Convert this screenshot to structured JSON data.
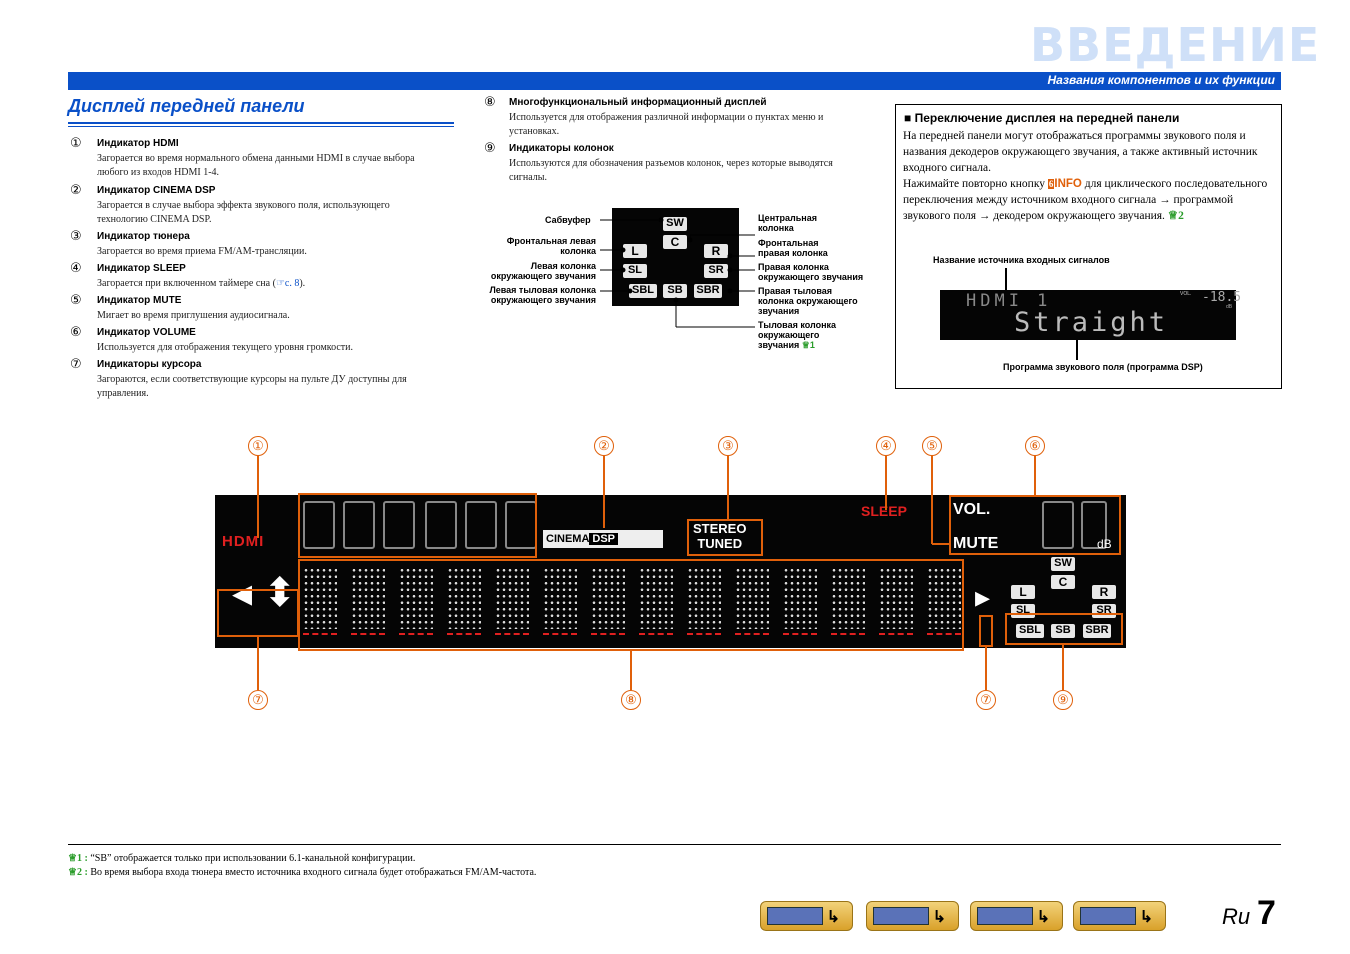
{
  "header": {
    "title": "ВВЕДЕНИЕ",
    "subtitle": "Названия компонентов и их функции"
  },
  "section": {
    "title": "Дисплей передней панели"
  },
  "items": [
    {
      "num": "①",
      "title": "Индикатор HDMI",
      "desc": "Загорается во время нормального обмена данными HDMI в случае выбора любого из входов HDMI 1-4."
    },
    {
      "num": "②",
      "title": "Индикатор CINEMA DSP",
      "desc": "Загорается в случае выбора эффекта звукового поля, использующего технологию CINEMA DSP."
    },
    {
      "num": "③",
      "title": "Индикатор тюнера",
      "desc": "Загорается во время приема FM/AM-трансляции."
    },
    {
      "num": "④",
      "title": "Индикатор SLEEP",
      "desc_pre": "Загорается при включенном таймере сна (",
      "desc_link": "☞с. 8",
      "desc_post": ")."
    },
    {
      "num": "⑤",
      "title": "Индикатор MUTE",
      "desc": "Мигает во время приглушения аудиосигнала."
    },
    {
      "num": "⑥",
      "title": "Индикатор VOLUME",
      "desc": "Используется для отображения текущего уровня громкости."
    },
    {
      "num": "⑦",
      "title": "Индикаторы курсора",
      "desc": "Загораются, если соответствующие курсоры на пульте ДУ доступны для управления."
    },
    {
      "num": "⑧",
      "title": "Многофункциональный информационный дисплей",
      "desc": "Используется для отображения различной информации о пунктах меню и установках."
    },
    {
      "num": "⑨",
      "title": "Индикаторы колонок",
      "desc": "Используются для обозначения разъемов колонок, через которые выводятся сигналы."
    }
  ],
  "speakers": {
    "left_labels": [
      "Сабвуфер",
      "Фронтальная левая колонка",
      "Левая колонка окружающего звучания",
      "Левая тыловая колонка окружающего звучания"
    ],
    "right_labels": [
      "Центральная колонка",
      "Фронтальная правая колонка",
      "Правая колонка окружающего звучания",
      "Правая тыловая колонка окружающего звучания",
      "Тыловая колонка окружающего звучания"
    ],
    "note_ref": "1",
    "icons": [
      "SW",
      "C",
      "L",
      "R",
      "SL",
      "SR",
      "SBL",
      "SB",
      "SBR"
    ]
  },
  "box": {
    "title": "Переключение дисплея на передней панели",
    "p1": "На передней панели могут отображаться программы звукового поля и названия декодеров окружающего звучания, а также активный источник входного сигнала.",
    "p2_pre": "Нажимайте повторно кнопку ",
    "p2_key_num": "6",
    "p2_key": "INFO",
    "p2_post": " для циклического последовательного переключения между источником входного сигнала → программой звукового поля → декодером окружающего звучания.",
    "p2_ref": "2",
    "label_top": "Название источника входных сигналов",
    "label_bottom": "Программа звукового поля (программа DSP)",
    "lcd_source": "HDMI 1",
    "lcd_program": "Straight",
    "lcd_vol_label": "VOL.",
    "lcd_vol": "-18.5",
    "lcd_db": "dB"
  },
  "panel": {
    "hdmi": "HDMI",
    "cinema": "CINEMA",
    "dsp": "DSP",
    "stereo": "STEREO",
    "tuned": "TUNED",
    "sleep": "SLEEP",
    "vol": "VOL.",
    "mute": "MUTE",
    "db": "dB",
    "callouts_top": [
      "①",
      "②",
      "③",
      "④",
      "⑤",
      "⑥"
    ],
    "callouts_bottom": [
      "⑦",
      "⑧",
      "⑦",
      "⑨"
    ]
  },
  "footnotes": [
    {
      "num": "1 :",
      "text": "“SB” отображается только при использовании 6.1-канальной конфигурации."
    },
    {
      "num": "2 :",
      "text": "Во время выбора входа тюнера вместо источника входного сигнала будет отображаться FM/AM-частота."
    }
  ],
  "page": {
    "lang": "Ru",
    "number": "7"
  },
  "colors": {
    "accent": "#0a50c8",
    "callout": "#e0600a",
    "red_indicator": "#e02020"
  }
}
